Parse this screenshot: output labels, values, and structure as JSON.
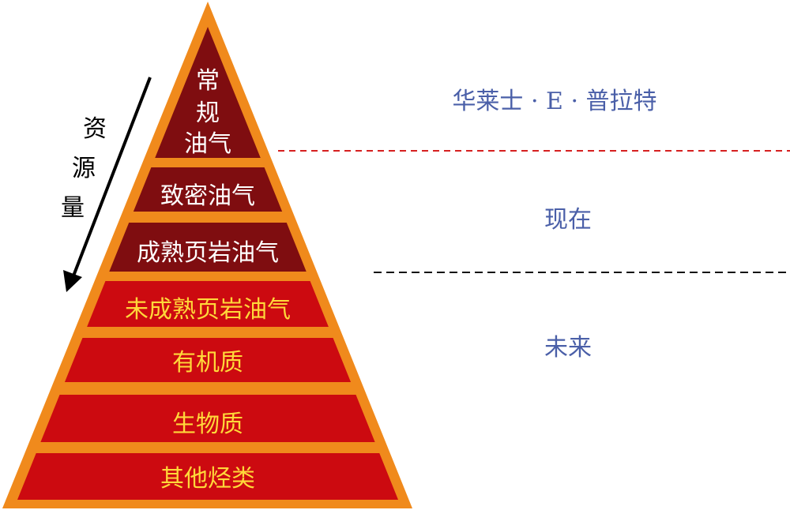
{
  "tiers": [
    {
      "id": "conventional",
      "lines": [
        "常",
        "规",
        "油气"
      ],
      "fill": "#7f0d10",
      "text_color": "#ffffff"
    },
    {
      "id": "tight",
      "lines": [
        "致密油气"
      ],
      "fill": "#7f0d10",
      "text_color": "#ffffff"
    },
    {
      "id": "mature-shale",
      "lines": [
        "成熟页岩油气"
      ],
      "fill": "#7f0d10",
      "text_color": "#ffffff"
    },
    {
      "id": "immature-shale",
      "lines": [
        "未成熟页岩油气"
      ],
      "fill": "#cc0a10",
      "text_color": "#ffd83a"
    },
    {
      "id": "organic-matter",
      "lines": [
        "有机质"
      ],
      "fill": "#cc0a10",
      "text_color": "#ffd83a"
    },
    {
      "id": "biomass",
      "lines": [
        "生物质"
      ],
      "fill": "#cc0a10",
      "text_color": "#ffd83a"
    },
    {
      "id": "other-hydrocarbons",
      "lines": [
        "其他烃类"
      ],
      "fill": "#cc0a10",
      "text_color": "#ffd83a"
    }
  ],
  "axis": {
    "chars": [
      "资",
      "源",
      "量"
    ]
  },
  "eras": [
    {
      "id": "pratt",
      "label": "华莱士 · E · 普拉特"
    },
    {
      "id": "present",
      "label": "现在"
    },
    {
      "id": "future",
      "label": "未来"
    }
  ],
  "colors": {
    "pyramid_border": "#f08a1c",
    "divider_red": "#d62020",
    "divider_black": "#111111",
    "era_text": "#4a5fa8"
  }
}
